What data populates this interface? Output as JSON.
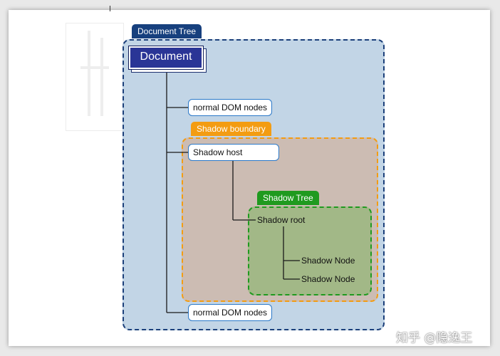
{
  "diagram": {
    "document_tree_label": "Document Tree",
    "document_label": "Document",
    "normal_dom_nodes_top": "normal  DOM nodes",
    "shadow_boundary_label": "Shadow boundary",
    "shadow_host_label": "Shadow host",
    "shadow_tree_label": "Shadow Tree",
    "shadow_root_label": "Shadow root",
    "shadow_node_1": "Shadow Node",
    "shadow_node_2": "Shadow Node",
    "normal_dom_nodes_bottom": "normal  DOM nodes"
  },
  "watermark": {
    "text": "知乎 @隐逸王"
  },
  "colors": {
    "document_region_fill": "#c2d5e6",
    "document_region_border": "#1b3f7a",
    "shadow_boundary_fill": "#ccbcb3",
    "shadow_boundary_border": "#f39c12",
    "shadow_tree_fill": "#a2b887",
    "shadow_tree_border": "#1f9a1f",
    "document_box_fill": "#2a3596",
    "node_border": "#2a78c8"
  }
}
